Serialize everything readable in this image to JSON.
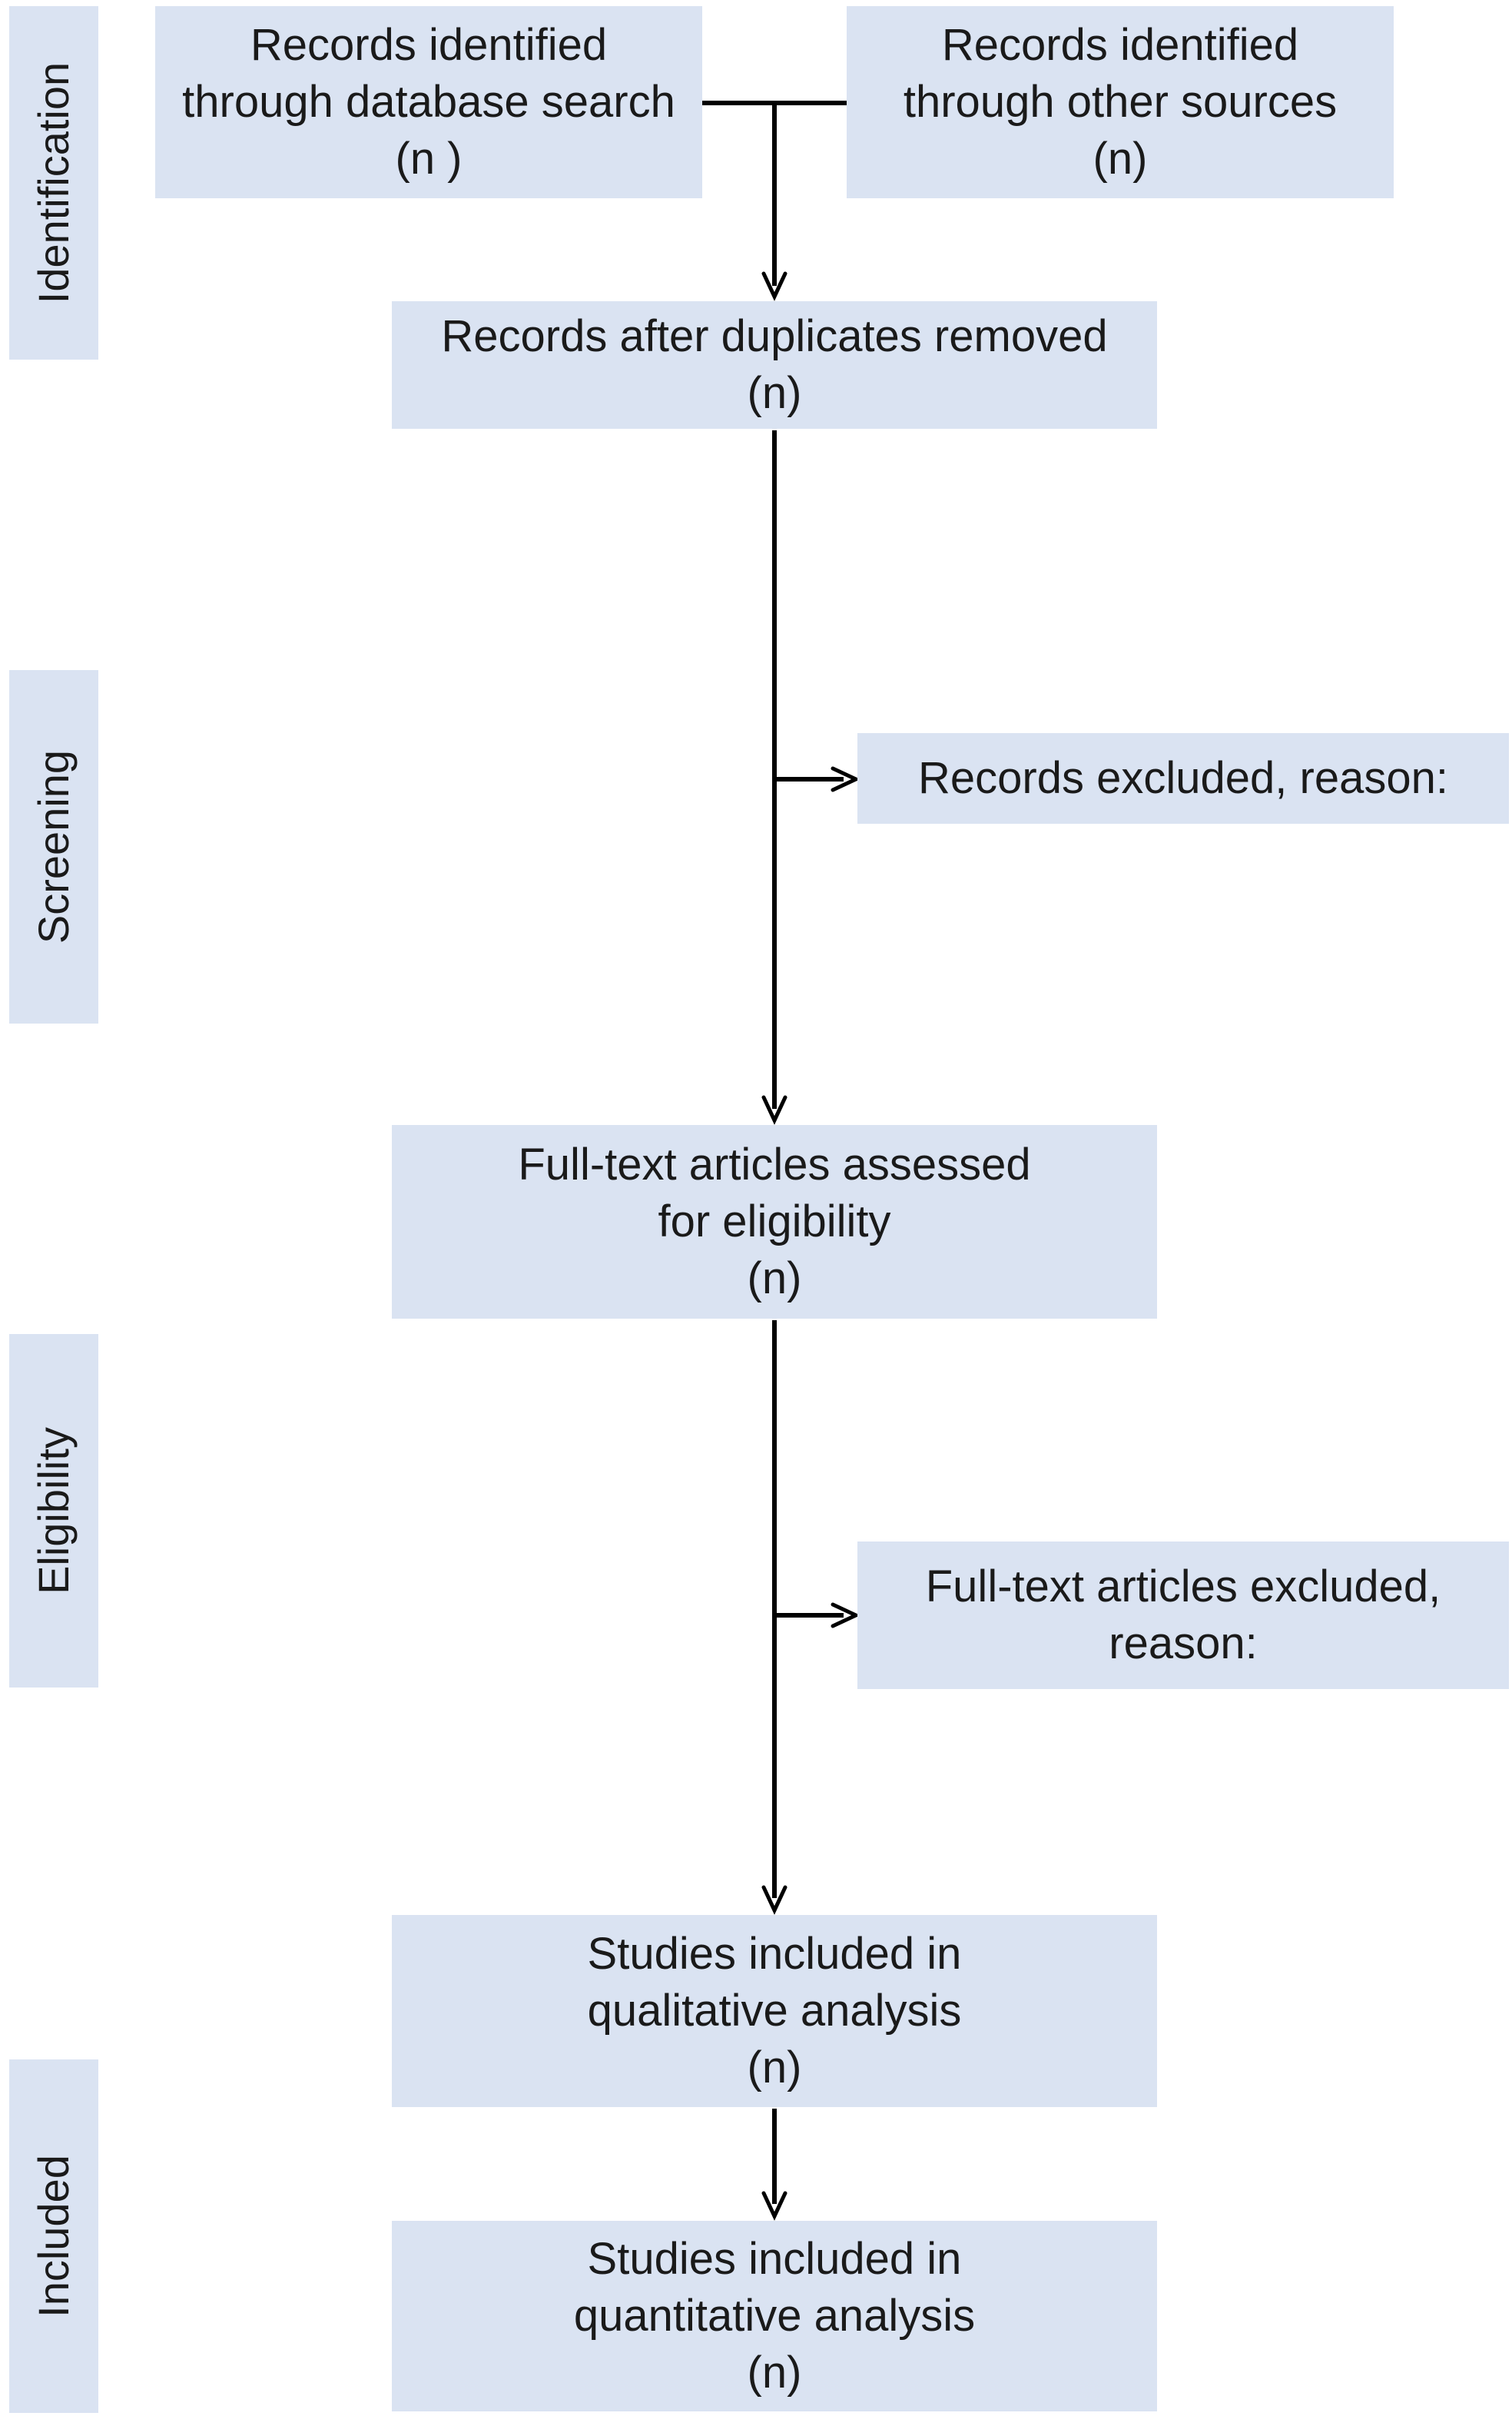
{
  "stages": {
    "identification": "Identification",
    "screening": "Screening",
    "eligibility": "Eligibility",
    "included": "Included"
  },
  "boxes": {
    "db_search": {
      "line1": "Records identified",
      "line2": "through database search",
      "line3": "(n )"
    },
    "other_sources": {
      "line1": "Records identified",
      "line2": "through other sources",
      "line3": "(n)"
    },
    "duplicates_removed": {
      "line1": "Records after duplicates removed",
      "line2": "(n)"
    },
    "records_excluded": {
      "line1": "Records excluded, reason:"
    },
    "fulltext_assessed": {
      "line1": "Full-text articles assessed",
      "line2": "for eligibility",
      "line3": "(n)"
    },
    "fulltext_excluded": {
      "line1": "Full-text articles excluded,",
      "line2": "reason:"
    },
    "qualitative": {
      "line1": "Studies included in",
      "line2": "qualitative analysis",
      "line3": "(n)"
    },
    "quantitative": {
      "line1": "Studies included in",
      "line2": "quantitative analysis",
      "line3": "(n)"
    }
  },
  "colors": {
    "box_fill": "#dae3f2",
    "line": "#000000",
    "text": "#1a1a1a"
  }
}
